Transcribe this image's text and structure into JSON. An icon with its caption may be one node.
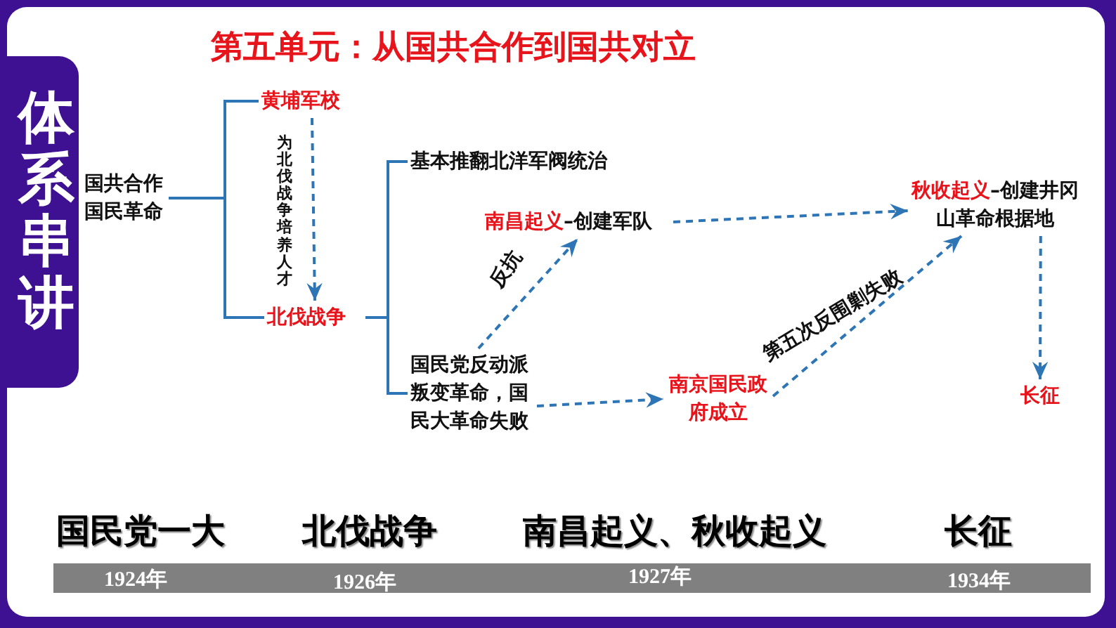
{
  "diagram": {
    "title": "第五单元：从国共合作到国共对立",
    "nodes": [
      {
        "text": [
          "国共合作国民革命"
        ]
      },
      {
        "text": [
          "黄埔军校"
        ]
      },
      {
        "text": [
          "北伐战争"
        ]
      },
      {
        "text": [
          "基本推翻北洋军阀统治"
        ]
      },
      {
        "text": [
          "**南昌起义**–创建军队"
        ]
      },
      {
        "text": [
          "国民党反动派叛变革命，国民大革命失败"
        ]
      },
      {
        "text": [
          "南京国民政府成立"
        ]
      },
      {
        "text": [
          "**秋收起义**–创建井冈山革命根据地"
        ]
      },
      {
        "text": [
          "长征"
        ]
      }
    ],
    "edges": [
      {
        "from": 0,
        "to": 1,
        "arrow": "none"
      },
      {
        "from": 0,
        "to": 2,
        "arrow": "none"
      },
      {
        "from": 1,
        "to": 2,
        "arrow": "to",
        "label": "为北伐战争培养人才",
        "style": "dashed"
      },
      {
        "from": 2,
        "to": 3,
        "arrow": "none"
      },
      {
        "from": 2,
        "to": 5,
        "arrow": "none"
      },
      {
        "from": 5,
        "to": 4,
        "arrow": "to",
        "label": "反抗",
        "style": "dashed"
      },
      {
        "from": 4,
        "to": 7,
        "arrow": "to",
        "style": "dashed"
      },
      {
        "from": 5,
        "to": 6,
        "arrow": "to",
        "style": "dashed"
      },
      {
        "from": 6,
        "to": 7,
        "arrow": "to",
        "label": "第五次反围剿失败",
        "style": "dashed"
      },
      {
        "from": 7,
        "to": 8,
        "arrow": "to",
        "style": "dashed"
      }
    ],
    "labels": [
      "体系串讲",
      "国民党一大",
      "北伐战争",
      "南昌起义、秋收起义",
      "长征",
      "1924年",
      "1926年",
      "1927年",
      "1934年"
    ]
  }
}
